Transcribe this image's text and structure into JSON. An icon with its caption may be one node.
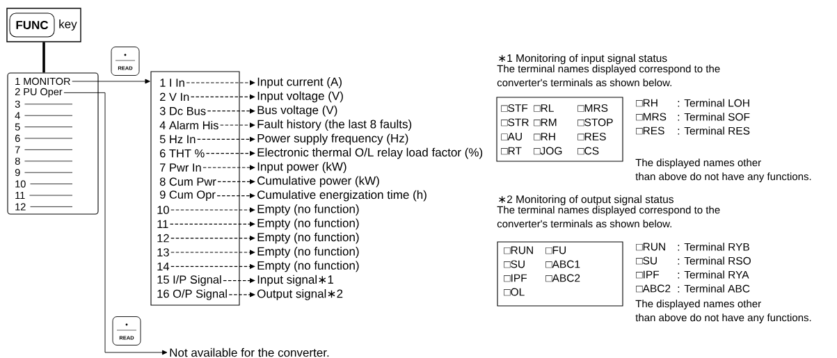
{
  "diagram": {
    "nodes": [
      {
        "text": [
          "FUNC",
          "key"
        ]
      },
      {
        "text": [],
        "shape": "box"
      },
      {
        "text": [
          "1 MONITOR"
        ],
        "in": 1
      },
      {
        "text": [
          "2 PU Oper"
        ],
        "in": 1
      },
      {
        "text": [
          "3"
        ],
        "in": 1
      },
      {
        "text": [
          "4"
        ],
        "in": 1
      },
      {
        "text": [
          "5"
        ],
        "in": 1
      },
      {
        "text": [
          "6"
        ],
        "in": 1
      },
      {
        "text": [
          "7"
        ],
        "in": 1
      },
      {
        "text": [
          "8"
        ],
        "in": 1
      },
      {
        "text": [
          "9"
        ],
        "in": 1
      },
      {
        "text": [
          "10"
        ],
        "in": 1
      },
      {
        "text": [
          "11"
        ],
        "in": 1
      },
      {
        "text": [
          "12"
        ],
        "in": 1
      },
      {
        "text": [],
        "shape": "box"
      },
      {
        "text": [
          "1 I In"
        ],
        "in": 14
      },
      {
        "text": [
          "2 V In"
        ],
        "in": 14
      },
      {
        "text": [
          "3 Dc Bus"
        ],
        "in": 14
      },
      {
        "text": [
          "4 Alarm His"
        ],
        "in": 14
      },
      {
        "text": [
          "5 Hz In"
        ],
        "in": 14
      },
      {
        "text": [
          "6 THT %"
        ],
        "in": 14
      },
      {
        "text": [
          "7 Pwr In"
        ],
        "in": 14
      },
      {
        "text": [
          "8 Cum Pwr"
        ],
        "in": 14
      },
      {
        "text": [
          "9 Cum Opr"
        ],
        "in": 14
      },
      {
        "text": [
          "10"
        ],
        "in": 14
      },
      {
        "text": [
          "11"
        ],
        "in": 14
      },
      {
        "text": [
          "12"
        ],
        "in": 14
      },
      {
        "text": [
          "13"
        ],
        "in": 14
      },
      {
        "text": [
          "14"
        ],
        "in": 14
      },
      {
        "text": [
          "15 I/P Signal"
        ],
        "in": 14
      },
      {
        "text": [
          "16 O/P Signal"
        ],
        "in": 14
      },
      {
        "text": [
          "Input current (A)"
        ]
      },
      {
        "text": [
          "Input voltage (V)"
        ]
      },
      {
        "text": [
          "Bus voltage (V)"
        ]
      },
      {
        "text": [
          "Fault history (the last 8 faults)"
        ]
      },
      {
        "text": [
          "Power supply frequency (Hz)"
        ]
      },
      {
        "text": [
          "Electronic thermal O/L relay load factor (%)"
        ]
      },
      {
        "text": [
          "Input power (kW)"
        ]
      },
      {
        "text": [
          "Cumulative power (kW)"
        ]
      },
      {
        "text": [
          "Cumulative energization time (h)"
        ]
      },
      {
        "text": [
          "Empty (no function)"
        ]
      },
      {
        "text": [
          "Empty (no function)"
        ]
      },
      {
        "text": [
          "Empty (no function)"
        ]
      },
      {
        "text": [
          "Empty (no function)"
        ]
      },
      {
        "text": [
          "Empty (no function)"
        ]
      },
      {
        "text": [
          "Input signal∗1"
        ]
      },
      {
        "text": [
          "Output signal∗2"
        ]
      },
      {
        "text": [
          "Not available for the converter."
        ]
      },
      {
        "text": [
          "□STF",
          "□RL",
          "□MRS",
          "□STR",
          "□RM",
          "□STOP",
          "□AU",
          "□RH",
          "□RES",
          "□RT",
          "□JOG",
          "□CS"
        ]
      },
      {
        "text": [
          "□RUN",
          "□FU",
          "□SU",
          "□ABC1",
          "□IPF",
          "□ABC2",
          "□OL"
        ]
      }
    ],
    "edges": [
      {
        "from": 0,
        "to": 1,
        "arrow": "none",
        "style": "thick"
      },
      {
        "from": 2,
        "to": 14,
        "arrow": "to",
        "label": "READ"
      },
      {
        "from": 3,
        "to": 47,
        "arrow": "to",
        "label": "READ"
      },
      {
        "from": 15,
        "to": 31,
        "arrow": "to",
        "style": "dashed"
      },
      {
        "from": 16,
        "to": 32,
        "arrow": "to",
        "style": "dashed"
      },
      {
        "from": 17,
        "to": 33,
        "arrow": "to",
        "style": "dashed"
      },
      {
        "from": 18,
        "to": 34,
        "arrow": "to",
        "style": "dashed"
      },
      {
        "from": 19,
        "to": 35,
        "arrow": "to",
        "style": "dashed"
      },
      {
        "from": 20,
        "to": 36,
        "arrow": "to",
        "style": "dashed"
      },
      {
        "from": 21,
        "to": 37,
        "arrow": "to",
        "style": "dashed"
      },
      {
        "from": 22,
        "to": 38,
        "arrow": "to",
        "style": "dashed"
      },
      {
        "from": 23,
        "to": 39,
        "arrow": "to",
        "style": "dashed"
      },
      {
        "from": 24,
        "to": 40,
        "arrow": "to",
        "style": "dashed"
      },
      {
        "from": 25,
        "to": 41,
        "arrow": "to",
        "style": "dashed"
      },
      {
        "from": 26,
        "to": 42,
        "arrow": "to",
        "style": "dashed"
      },
      {
        "from": 27,
        "to": 43,
        "arrow": "to",
        "style": "dashed"
      },
      {
        "from": 28,
        "to": 44,
        "arrow": "to",
        "style": "dashed"
      },
      {
        "from": 29,
        "to": 45,
        "arrow": "to",
        "style": "dashed"
      },
      {
        "from": 30,
        "to": 46,
        "arrow": "to",
        "style": "dashed"
      }
    ],
    "labels": [
      "∗1 Monitoring of input signal status",
      "The terminal names displayed correspond to the converter's terminals as shown below.",
      "□RH",
      ": Terminal LOH",
      "□MRS",
      ": Terminal SOF",
      "□RES",
      ": Terminal RES",
      "The displayed names other than above do not have any functions.",
      "∗2 Monitoring of output signal status",
      "The terminal names displayed correspond to the converter's terminals as shown below.",
      "□RUN",
      ": Terminal RYB",
      "□SU",
      ": Terminal RSO",
      "□IPF",
      ": Terminal RYA",
      "□ABC2",
      ": Terminal ABC",
      "The displayed names other than above do not have any functions."
    ]
  }
}
